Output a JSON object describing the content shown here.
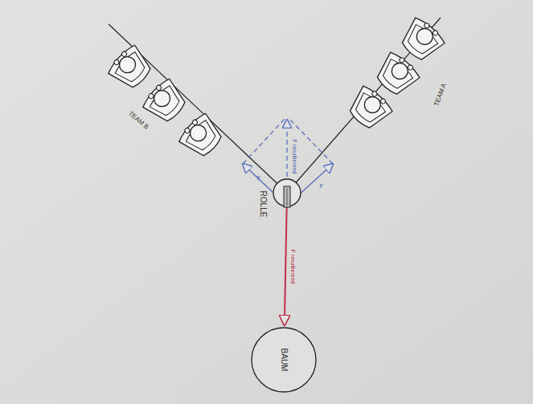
{
  "diagram": {
    "nodes": [
      {
        "text": [
          "ROLLE"
        ]
      },
      {
        "text": [
          "BAUM"
        ]
      }
    ],
    "edges": [
      {
        "from": 0,
        "to": 1,
        "arrow": "to",
        "label": "F resultierend"
      }
    ],
    "labels": [
      "TEAM B",
      "TEAM A",
      "F",
      "F",
      "F resultierend"
    ]
  }
}
